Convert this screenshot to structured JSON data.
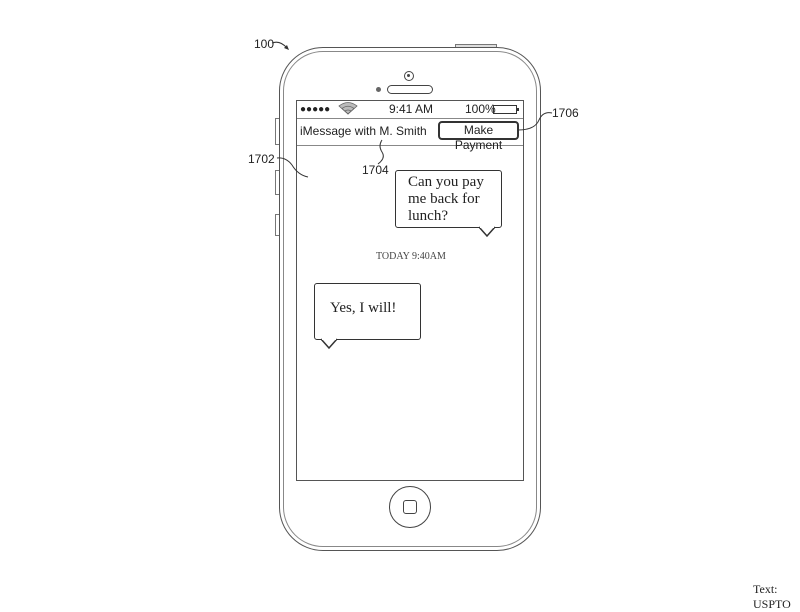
{
  "figure": {
    "reference_labels": {
      "device": "100",
      "message_area": "1702",
      "conversation_title": "1704",
      "payment_button": "1706"
    },
    "credit": "Text: USPTO"
  },
  "status_bar": {
    "signal_icon": "signal-dots-icon",
    "wifi_icon": "wifi-icon",
    "time": "9:41 AM",
    "battery_percent": "100%",
    "battery_icon": "battery-icon"
  },
  "nav_bar": {
    "title": "iMessage with M. Smith",
    "payment_button_label": "Make Payment"
  },
  "conversation": {
    "messages": [
      {
        "text_lines": [
          "Can you pay",
          "me back for",
          "lunch?"
        ],
        "side": "right"
      },
      {
        "text": "Yes, I will!",
        "side": "left"
      }
    ],
    "timestamp": "TODAY 9:40AM"
  },
  "home_button_icon": "home-button-icon"
}
